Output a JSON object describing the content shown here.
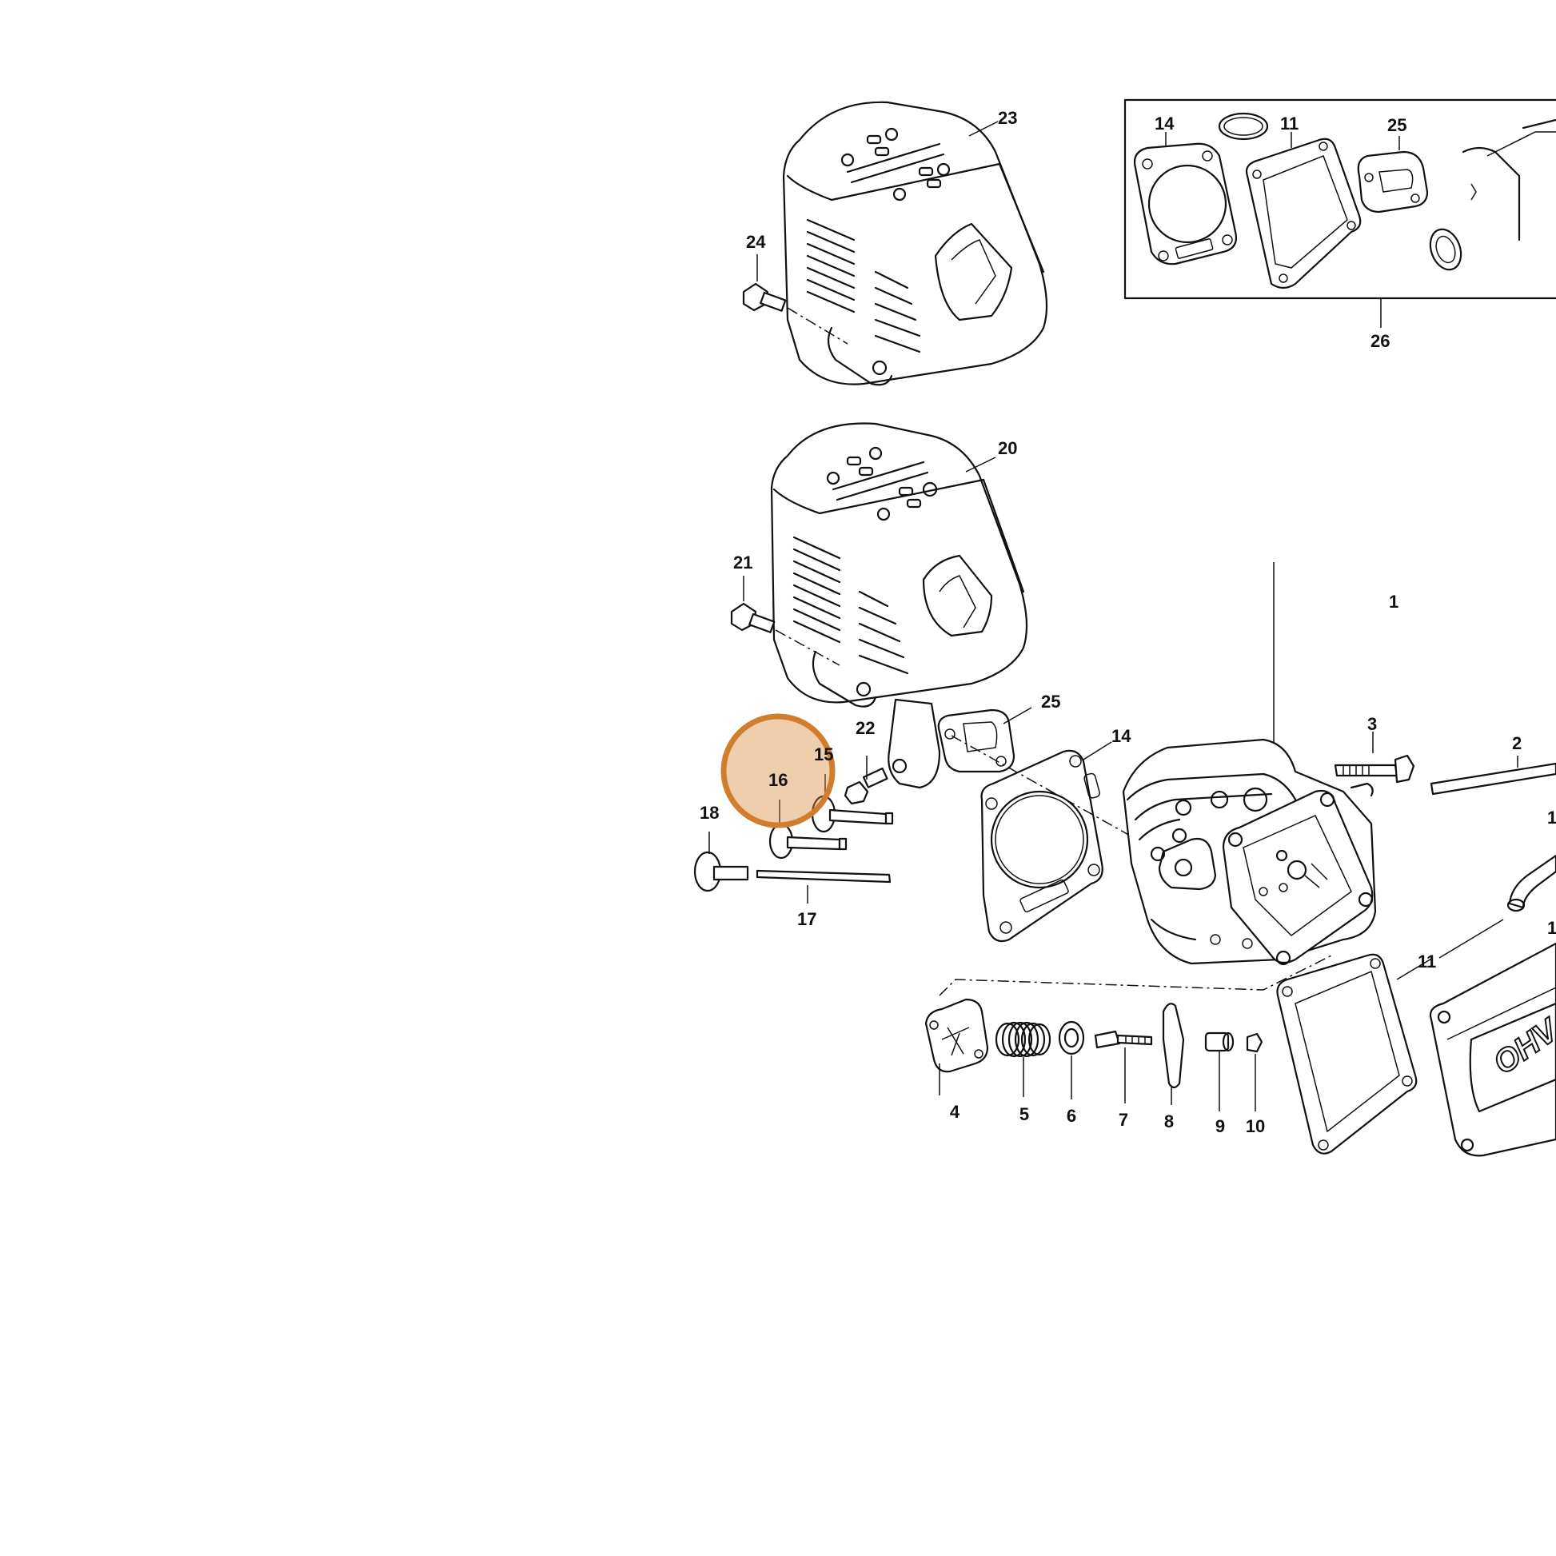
{
  "diagram": {
    "callouts": [
      {
        "id": "c23",
        "text": "23"
      },
      {
        "id": "c24",
        "text": "24"
      },
      {
        "id": "c14a",
        "text": "14"
      },
      {
        "id": "c11a",
        "text": "11"
      },
      {
        "id": "c25a",
        "text": "25"
      },
      {
        "id": "c26",
        "text": "26"
      },
      {
        "id": "c20",
        "text": "20"
      },
      {
        "id": "c21",
        "text": "21"
      },
      {
        "id": "c1",
        "text": "1"
      },
      {
        "id": "c25b",
        "text": "25"
      },
      {
        "id": "c14b",
        "text": "14"
      },
      {
        "id": "c22",
        "text": "22"
      },
      {
        "id": "c15",
        "text": "15"
      },
      {
        "id": "c16",
        "text": "16"
      },
      {
        "id": "c18",
        "text": "18"
      },
      {
        "id": "c17",
        "text": "17"
      },
      {
        "id": "c3",
        "text": "3"
      },
      {
        "id": "c2",
        "text": "2"
      },
      {
        "id": "c12",
        "text": "1"
      },
      {
        "id": "c11b",
        "text": "11"
      },
      {
        "id": "c13",
        "text": "1"
      },
      {
        "id": "c4",
        "text": "4"
      },
      {
        "id": "c5",
        "text": "5"
      },
      {
        "id": "c6",
        "text": "6"
      },
      {
        "id": "c7",
        "text": "7"
      },
      {
        "id": "c8",
        "text": "8"
      },
      {
        "id": "c9",
        "text": "9"
      },
      {
        "id": "c10",
        "text": "10"
      }
    ],
    "cover_logo_text": "OHV",
    "highlight": {
      "part": "16",
      "color": "#d98a3d"
    }
  }
}
